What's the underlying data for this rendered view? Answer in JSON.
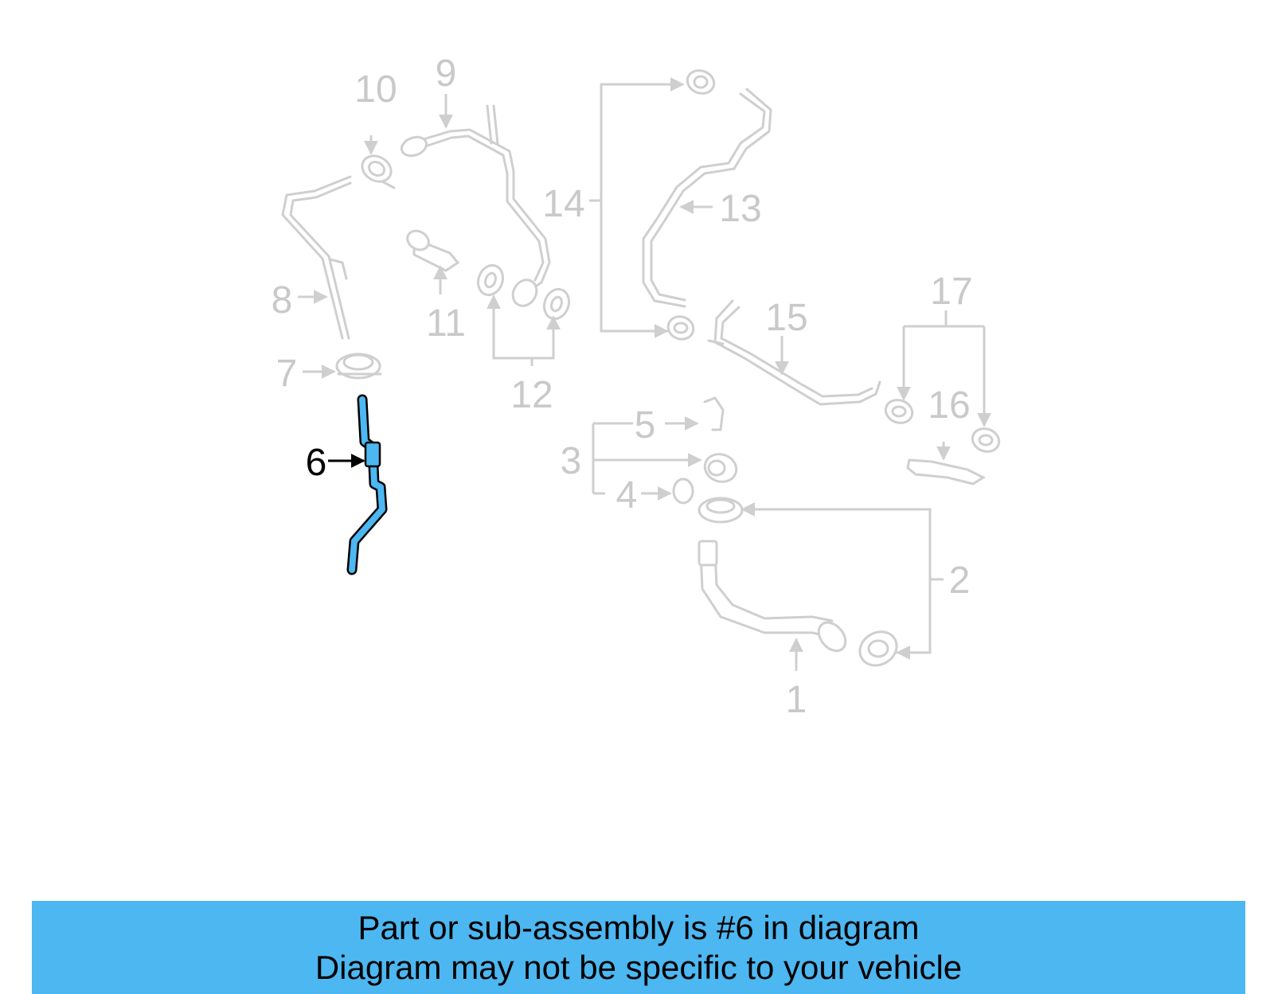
{
  "diagram": {
    "callouts": {
      "c1": "1",
      "c2": "2",
      "c3": "3",
      "c4": "4",
      "c5": "5",
      "c6": "6",
      "c7": "7",
      "c8": "8",
      "c9": "9",
      "c10": "10",
      "c11": "11",
      "c12": "12",
      "c13": "13",
      "c14": "14",
      "c15": "15",
      "c16": "16",
      "c17": "17"
    },
    "highlighted_part": "6",
    "colors": {
      "highlight": "#4db7f1",
      "faded": "#cfcfcf"
    }
  },
  "banner": {
    "line1": "Part or sub-assembly is #6 in diagram",
    "line2": "Diagram may not be specific to your vehicle"
  }
}
